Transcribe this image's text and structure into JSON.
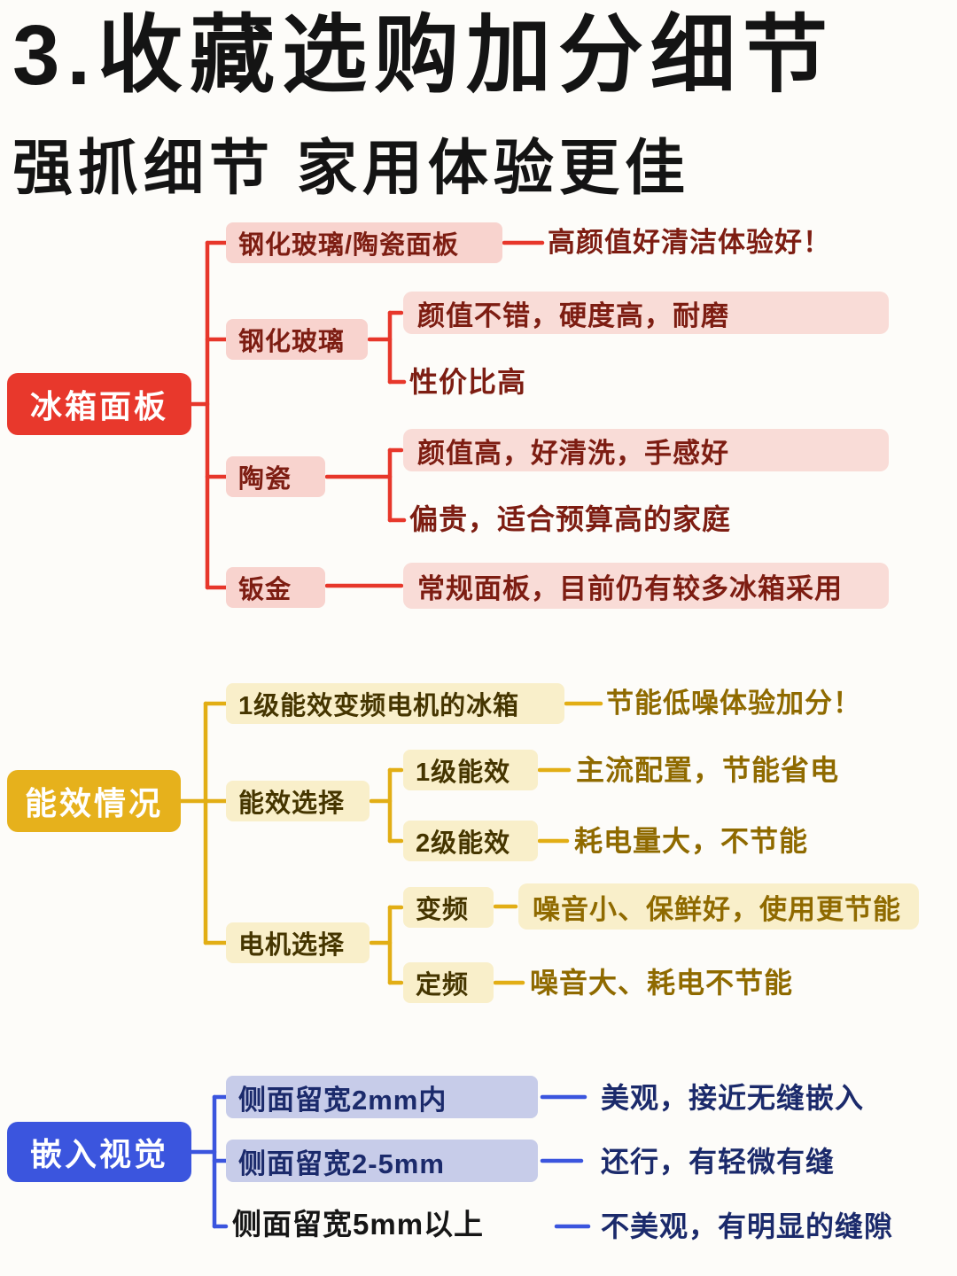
{
  "header": {
    "title": "3.收藏选购加分细节",
    "subtitle": "强抓细节 家用体验更佳"
  },
  "fridge_panel": {
    "root": "冰箱面板",
    "b1": "钢化玻璃/陶瓷面板",
    "l1": "高颜值好清洁体验好！",
    "b2": "钢化玻璃",
    "l2a": "颜值不错，硬度高，耐磨",
    "l2b": "性价比高",
    "b3": "陶瓷",
    "l3a": "颜值高，好清洗，手感好",
    "l3b": "偏贵，适合预算高的家庭",
    "b4": "钣金",
    "l4": "常规面板，目前仍有较多冰箱采用"
  },
  "energy": {
    "root": "能效情况",
    "b1": "1级能效变频电机的冰箱",
    "l1": "节能低噪体验加分！",
    "b2": "能效选择",
    "b2s1": "1级能效",
    "l21": "主流配置，节能省电",
    "b2s2": "2级能效",
    "l22": "耗电量大，不节能",
    "b3": "电机选择",
    "b3s1": "变频",
    "l31": "噪音小、保鲜好，使用更节能",
    "b3s2": "定频",
    "l32": "噪音大、耗电不节能"
  },
  "embed_visual": {
    "root": "嵌入视觉",
    "b1": "侧面留宽2mm内",
    "l1": "美观，接近无缝嵌入",
    "b2": "侧面留宽2-5mm",
    "l2": "还行，有轻微有缝",
    "b3": "侧面留宽5mm以上",
    "l3": "不美观，有明显的缝隙"
  },
  "colors": {
    "panel_accent": "#e8382c",
    "panel_chip": "#f8d3ce",
    "panel_text": "#7d1d12",
    "energy_accent": "#e6b11c",
    "energy_chip": "#f9efca",
    "energy_text": "#8f6a00",
    "embed_accent": "#3b55de",
    "embed_chip": "#c7cce9",
    "embed_text": "#1b2a6b"
  }
}
